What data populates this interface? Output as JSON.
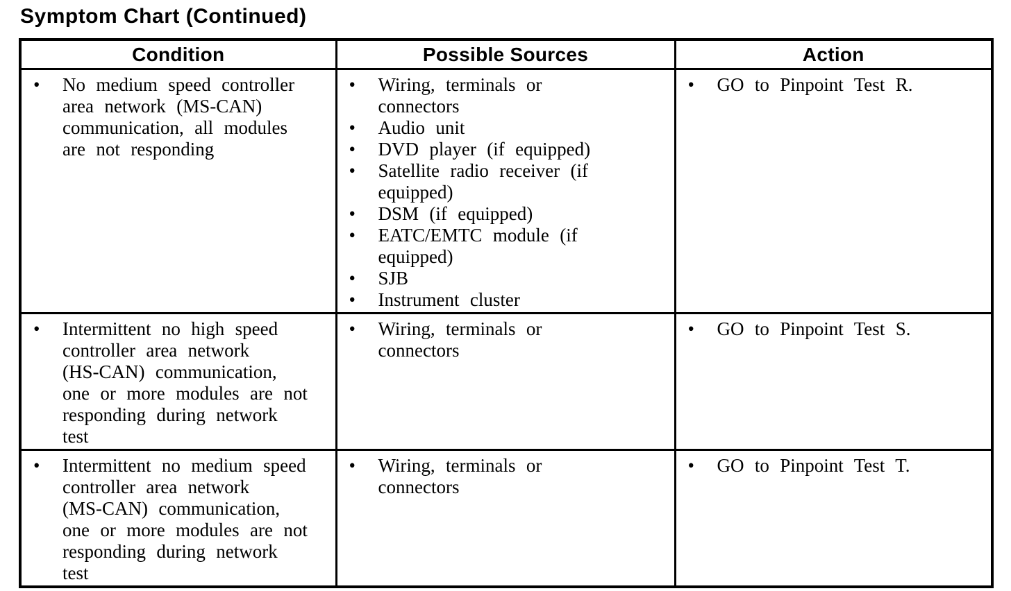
{
  "icons": {
    "bullet": "•"
  },
  "page": {
    "title": "Symptom Chart (Continued)"
  },
  "table": {
    "headers": [
      "Condition",
      "Possible Sources",
      "Action"
    ],
    "rows": [
      {
        "condition": [
          "No medium speed controller\narea network (MS-CAN)\ncommunication, all modules\nare not responding"
        ],
        "sources": [
          "Wiring, terminals or\nconnectors",
          "Audio unit",
          "DVD player (if equipped)",
          "Satellite radio receiver (if\nequipped)",
          "DSM (if equipped)",
          "EATC/EMTC module (if\nequipped)",
          "SJB",
          "Instrument cluster"
        ],
        "action": [
          "GO to Pinpoint Test R."
        ]
      },
      {
        "condition": [
          "Intermittent no high speed\ncontroller area network\n(HS-CAN) communication,\none or more modules are not\nresponding during network\ntest"
        ],
        "sources": [
          "Wiring, terminals or\nconnectors"
        ],
        "action": [
          "GO to Pinpoint Test S."
        ]
      },
      {
        "condition": [
          "Intermittent no medium speed\ncontroller area network\n(MS-CAN) communication,\none or more modules are not\nresponding during network\ntest"
        ],
        "sources": [
          "Wiring, terminals or\nconnectors"
        ],
        "action": [
          "GO to Pinpoint Test T."
        ]
      }
    ]
  }
}
